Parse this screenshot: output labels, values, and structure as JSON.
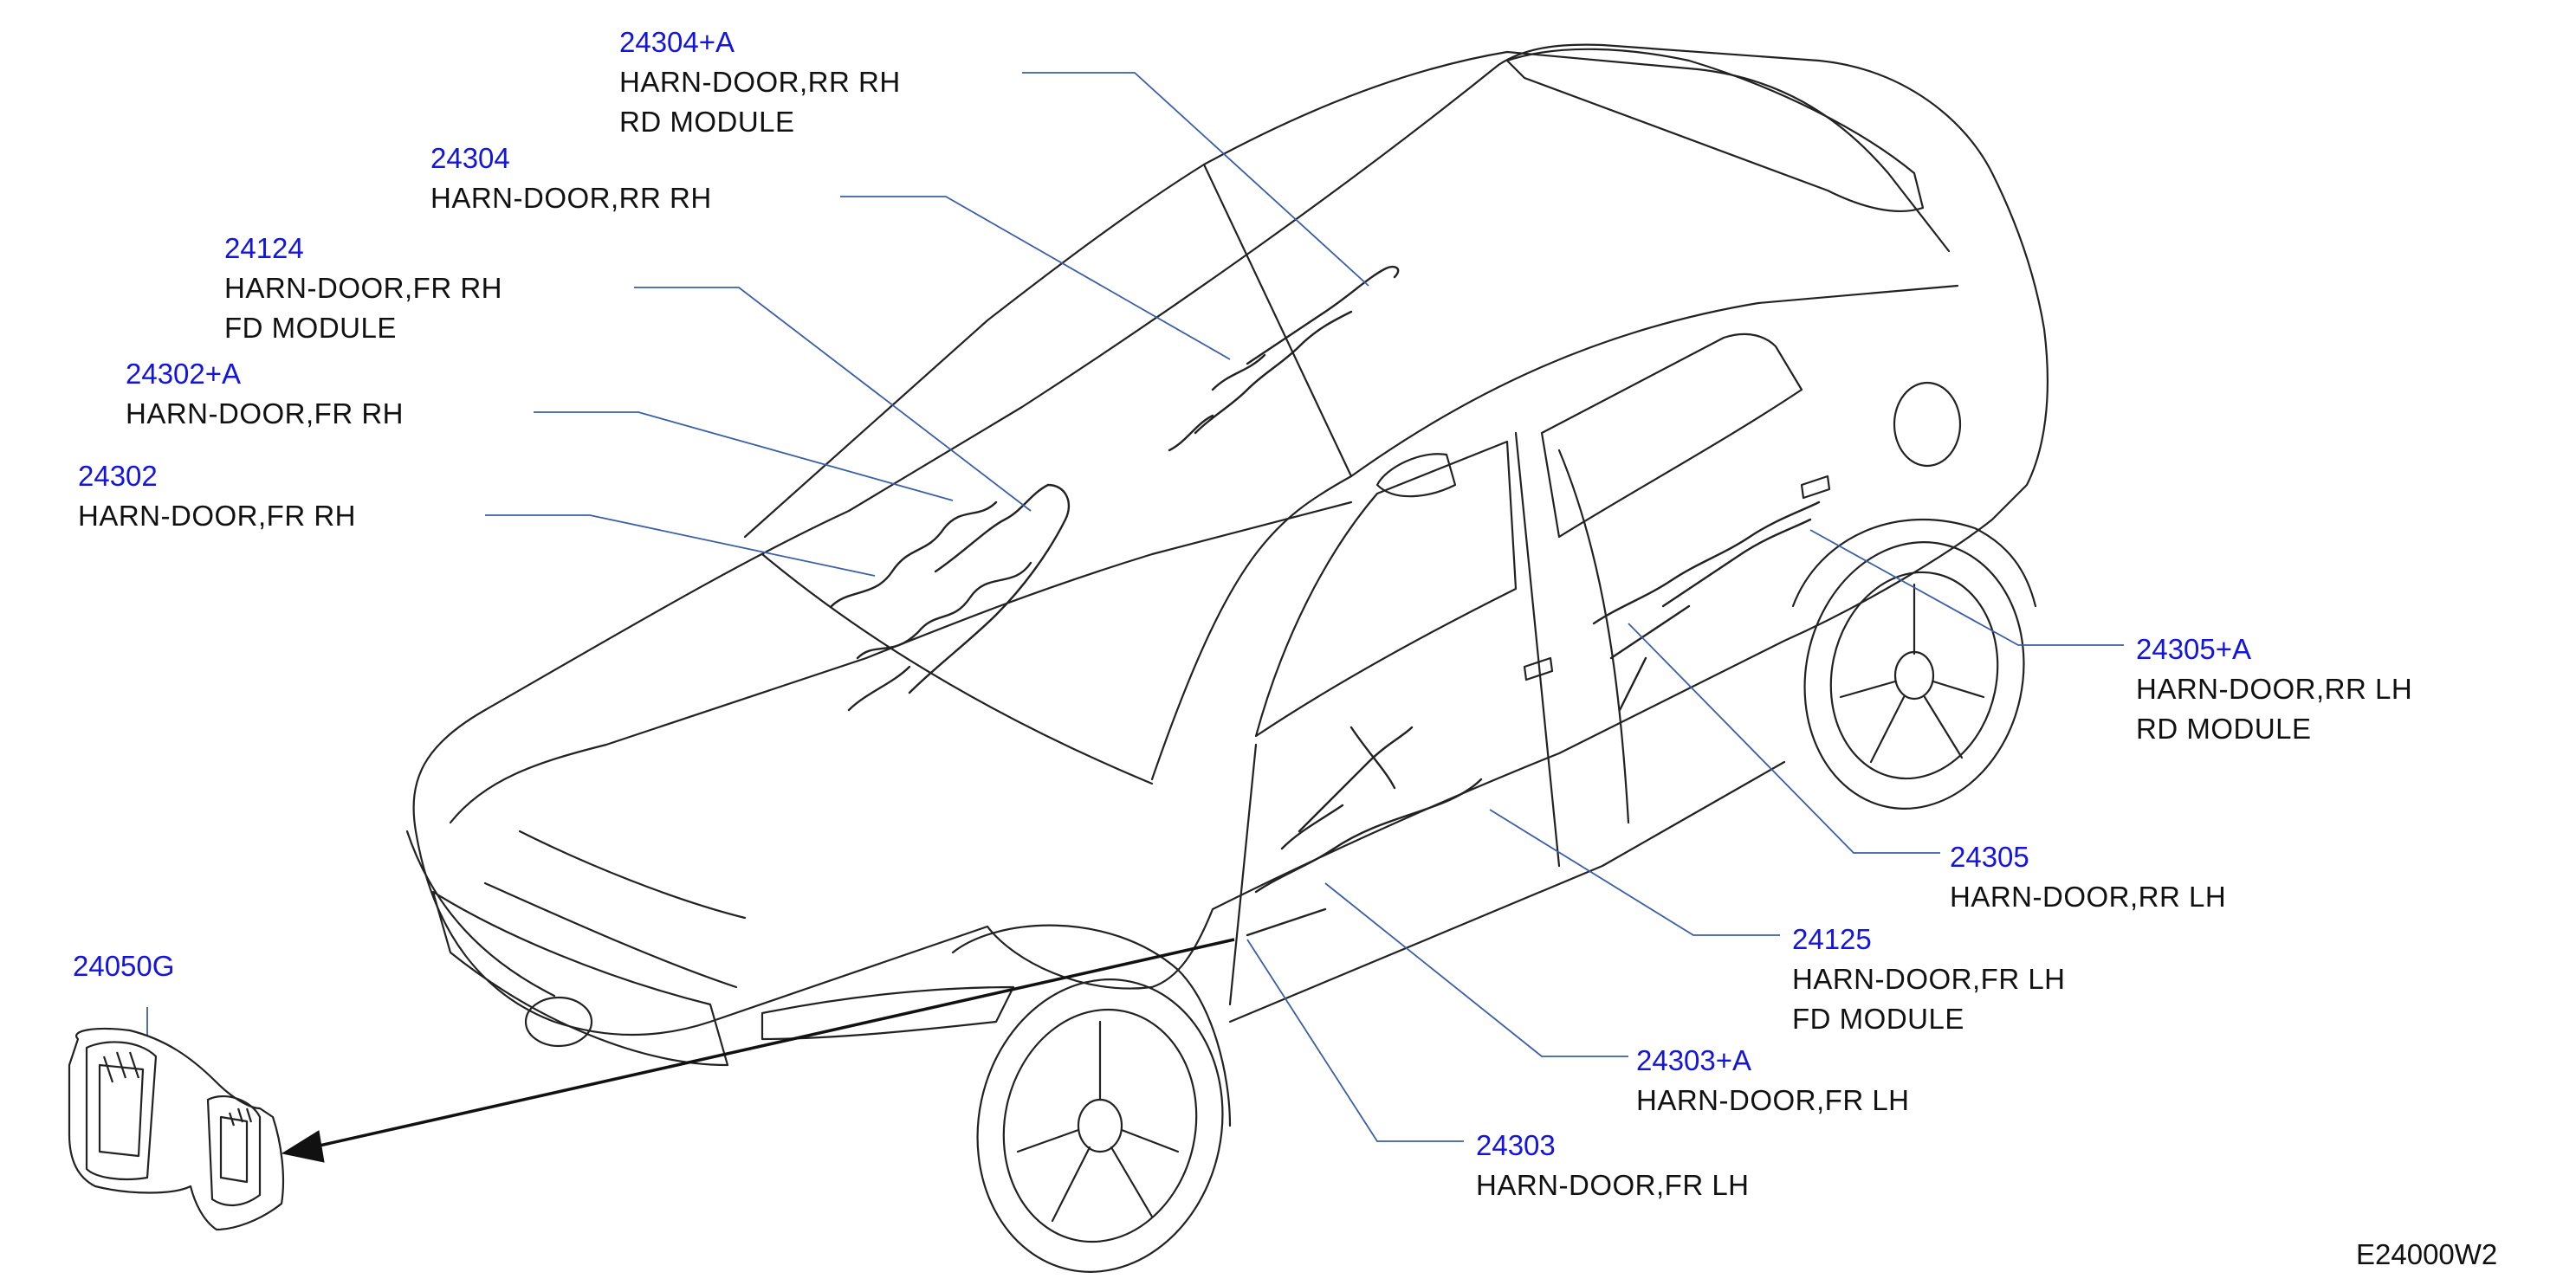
{
  "colors": {
    "part_number": "#1414e0",
    "leader_line": "#3a5ea8",
    "drawing": "#222222",
    "text": "#111111"
  },
  "callouts": [
    {
      "id": "c1",
      "part_number": "24304+A",
      "lines": [
        "HARN-DOOR,RR   RH",
        "RD   MODULE"
      ]
    },
    {
      "id": "c2",
      "part_number": "24304",
      "lines": [
        "HARN-DOOR,RR   RH"
      ]
    },
    {
      "id": "c3",
      "part_number": "24124",
      "lines": [
        "HARN-DOOR,FR   RH",
        "FD   MODULE"
      ]
    },
    {
      "id": "c4",
      "part_number": "24302+A",
      "lines": [
        "HARN-DOOR,FR   RH"
      ]
    },
    {
      "id": "c5",
      "part_number": "24302",
      "lines": [
        "HARN-DOOR,FR   RH"
      ]
    },
    {
      "id": "c6",
      "part_number": "24050G",
      "lines": []
    },
    {
      "id": "c7",
      "part_number": "24305+A",
      "lines": [
        "HARN-DOOR,RR   LH",
        "RD   MODULE"
      ]
    },
    {
      "id": "c8",
      "part_number": "24305",
      "lines": [
        "HARN-DOOR,RR   LH"
      ]
    },
    {
      "id": "c9",
      "part_number": "24125",
      "lines": [
        "HARN-DOOR,FR   LH",
        "FD   MODULE"
      ]
    },
    {
      "id": "c10",
      "part_number": "24303+A",
      "lines": [
        "HARN-DOOR,FR   LH"
      ]
    },
    {
      "id": "c11",
      "part_number": "24303",
      "lines": [
        "HARN-DOOR,FR   LH"
      ]
    }
  ],
  "drawing_code": "E24000W2"
}
